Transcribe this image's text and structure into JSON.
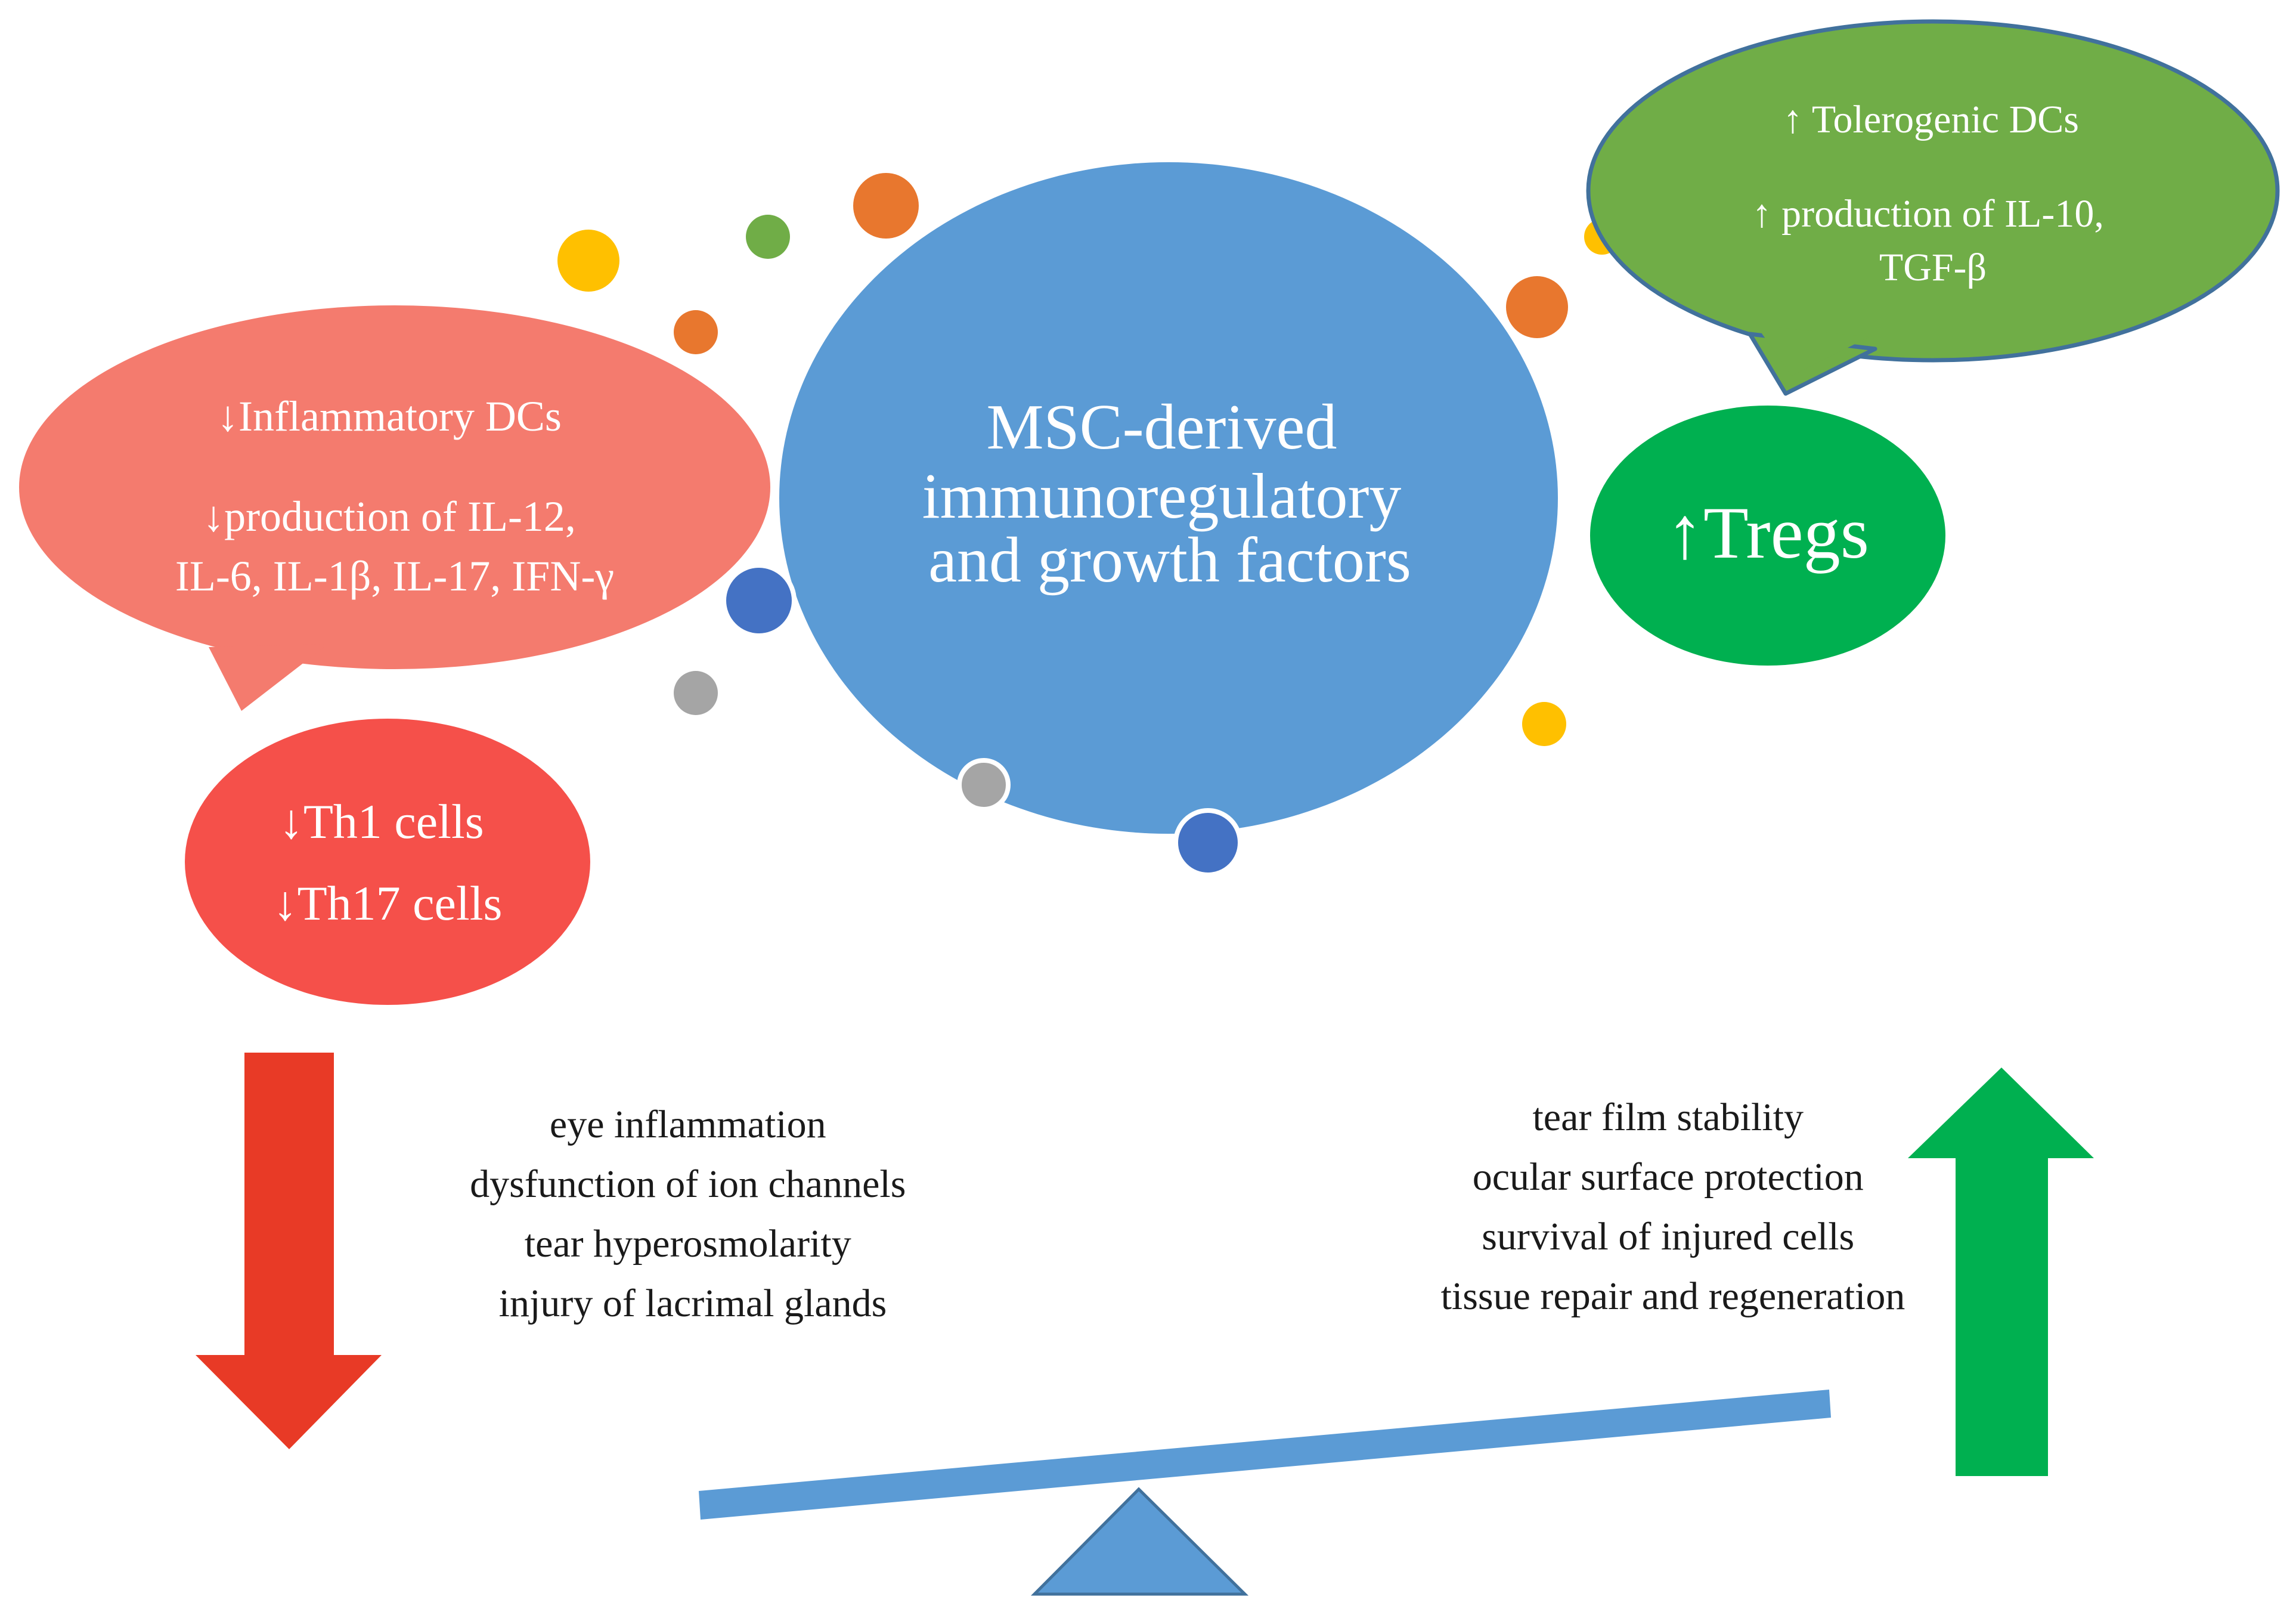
{
  "center": {
    "line1": "MSC-derived",
    "line2": "immunoregulatory",
    "line3": "and growth factors"
  },
  "inflammatory_bubble": {
    "line1": "↓Inflammatory DCs",
    "line2": "↓production of IL-12,",
    "line3": "IL-6, IL-1β, IL-17, IFN-γ"
  },
  "th_cells": {
    "line1": "↓Th1 cells",
    "line2": "↓Th17 cells"
  },
  "tolerogenic_bubble": {
    "line1": "↑ Tolerogenic DCs",
    "line2": "↑ production of IL-10,",
    "line3": "TGF-β"
  },
  "tregs": {
    "label": "↑Tregs"
  },
  "decreased_effects": [
    "eye inflammation",
    "dysfunction of ion channels",
    "tear hyperosmolarity",
    "injury of lacrimal glands"
  ],
  "increased_effects": [
    "tear film stability",
    "ocular surface protection",
    "survival of injured cells",
    "tissue repair and regeneration"
  ],
  "colors": {
    "center_blue": "#5b9bd5",
    "salmon": "#f47b6e",
    "red": "#f5504a",
    "red_arrow": "#e83a26",
    "olive_green": "#70ad47",
    "green": "#00b050",
    "dot_orange": "#e8772e",
    "dot_yellow": "#ffc000",
    "dot_green": "#70ad47",
    "dot_blue": "#4472c4",
    "dot_gray": "#a5a5a5",
    "seesaw_blue": "#5b9bd5"
  }
}
